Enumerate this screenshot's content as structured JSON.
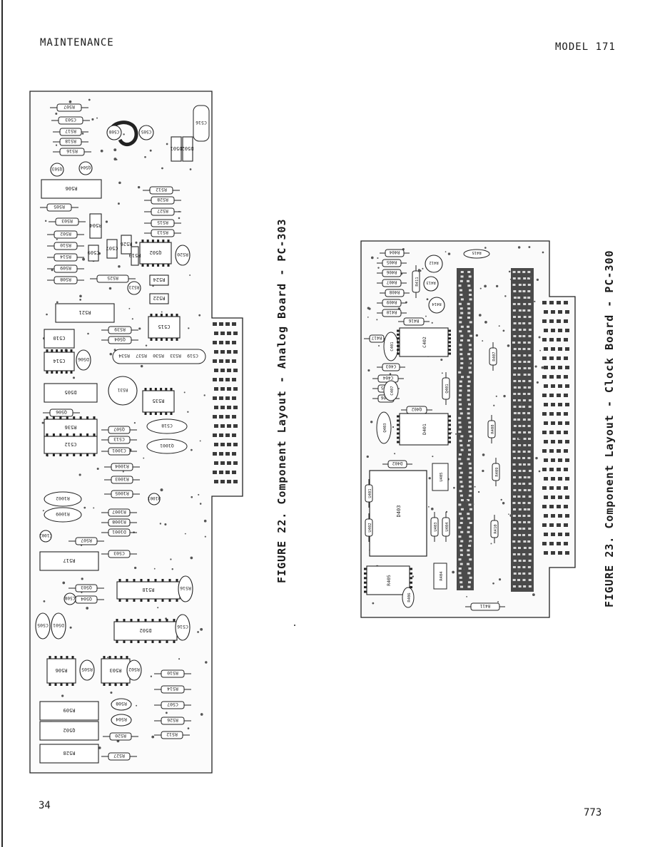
{
  "header": {
    "left": "MAINTENANCE",
    "right": "MODEL 171"
  },
  "page_numbers": {
    "left": "34",
    "right": "773"
  },
  "figure22": {
    "caption": "FIGURE 22.  Component Layout - Analog Board - PC-303",
    "labels": [
      "R507",
      "C503",
      "R517",
      "R518",
      "R516",
      "Q503",
      "Q504",
      "C508",
      "C505",
      "D501",
      "D502",
      "C516",
      "R506",
      "R505",
      "R503",
      "R502",
      "R510",
      "R514",
      "R509",
      "R508",
      "R504",
      "C507",
      "R526",
      "Q502",
      "R520",
      "R512",
      "R528",
      "R527",
      "R515",
      "R513",
      "C509",
      "R519",
      "R525",
      "R524",
      "R523",
      "R522",
      "R521",
      "R539",
      "Q504",
      "C515",
      "C510",
      "D506",
      "R534",
      "R537",
      "R530",
      "R533",
      "C519",
      "C514",
      "D505",
      "R531",
      "R535",
      "Q506",
      "R536",
      "C512",
      "Q507",
      "C513",
      "C518",
      "Q1001",
      "C1001",
      "R1004",
      "R1003",
      "R1005",
      "R1002",
      "R1001",
      "R1009",
      "R1007",
      "R1008",
      "D1001",
      "C1002"
    ]
  },
  "figure23": {
    "caption": "FIGURE 23.  Component Layout - Clock Board - PC-300",
    "labels": [
      "R404",
      "R405",
      "R406",
      "R407",
      "R408",
      "R409",
      "R410",
      "R411",
      "R412",
      "R413",
      "R414",
      "R415",
      "R416",
      "R417",
      "C401",
      "C402",
      "C403",
      "C404",
      "C405",
      "C406",
      "C407",
      "Q401",
      "Q402",
      "Q403",
      "D401",
      "D402",
      "D403",
      "U401",
      "U402",
      "U403",
      "U404",
      "U405"
    ]
  }
}
